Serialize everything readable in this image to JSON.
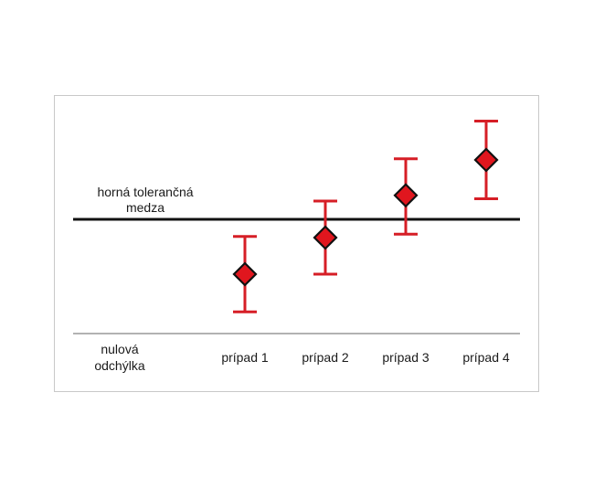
{
  "labels": {
    "upper_limit": [
      "horná tolerančná",
      "medza"
    ],
    "zero_deviation": [
      "nulová",
      "odchýlka"
    ]
  },
  "chart_data": {
    "type": "scatter",
    "categories": [
      "prípad 1",
      "prípad 2",
      "prípad 3",
      "prípad 4"
    ],
    "series": [
      {
        "values": [
          0.52,
          0.84,
          1.21,
          1.52
        ],
        "error_low": [
          0.19,
          0.52,
          0.87,
          1.18
        ],
        "error_high": [
          0.85,
          1.16,
          1.53,
          1.86
        ]
      }
    ],
    "reference_lines": [
      {
        "value": 1.0,
        "color": "#111111"
      },
      {
        "value": 0.0,
        "color": "#999999"
      }
    ],
    "ylim": [
      0,
      2
    ],
    "grid": false,
    "colors": {
      "marker_fill": "#e0161e",
      "marker_edge": "#111111",
      "error_bar": "#d61e26"
    }
  }
}
